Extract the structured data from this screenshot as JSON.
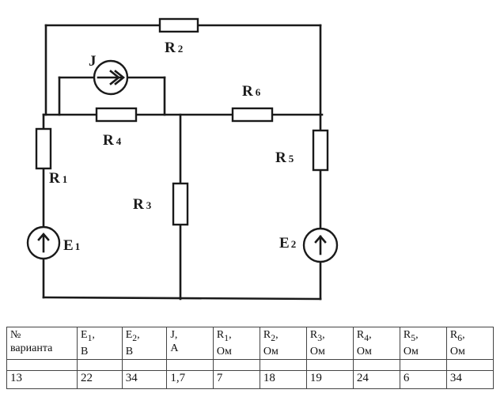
{
  "circuit": {
    "labels": {
      "R1": {
        "main": "R",
        "sub": "1"
      },
      "R2": {
        "main": "R",
        "sub": "2"
      },
      "R3": {
        "main": "R",
        "sub": "3"
      },
      "R4": {
        "main": "R",
        "sub": "4"
      },
      "R5": {
        "main": "R",
        "sub": "5"
      },
      "R6": {
        "main": "R",
        "sub": "6"
      },
      "E1": {
        "main": "E",
        "sub": "1"
      },
      "E2": {
        "main": "E",
        "sub": "2"
      },
      "J": "J"
    }
  },
  "table": {
    "headers": [
      {
        "name": "№",
        "unit": "варианта"
      },
      {
        "name": "E",
        "sub": "1",
        "unit": "В"
      },
      {
        "name": "E",
        "sub": "2",
        "unit": "В"
      },
      {
        "name": "J",
        "sub": "",
        "unit": "А"
      },
      {
        "name": "R",
        "sub": "1",
        "unit": "Ом"
      },
      {
        "name": "R",
        "sub": "2",
        "unit": "Ом"
      },
      {
        "name": "R",
        "sub": "3",
        "unit": "Ом"
      },
      {
        "name": "R",
        "sub": "4",
        "unit": "Ом"
      },
      {
        "name": "R",
        "sub": "5",
        "unit": "Ом"
      },
      {
        "name": "R",
        "sub": "6",
        "unit": "Ом"
      }
    ],
    "values": [
      "13",
      "22",
      "34",
      "1,7",
      "7",
      "18",
      "19",
      "24",
      "6",
      "34"
    ]
  }
}
